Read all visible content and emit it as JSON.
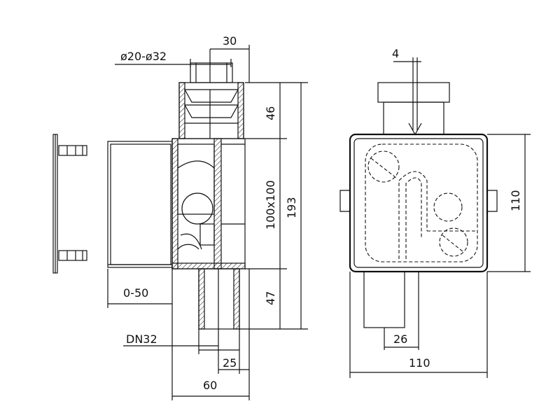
{
  "drawing": {
    "side_view": {
      "inlet_diameter": "ø20-ø32",
      "inlet_width": "30",
      "top_height": "46",
      "box_size": "100x100",
      "total_height": "193",
      "bottom_height": "47",
      "adjust_range": "0-50",
      "outlet_nominal": "DN32",
      "outlet_width": "25",
      "depth": "60"
    },
    "front_view": {
      "offset": "4",
      "height": "110",
      "outlet_offset": "26",
      "width": "110"
    }
  }
}
